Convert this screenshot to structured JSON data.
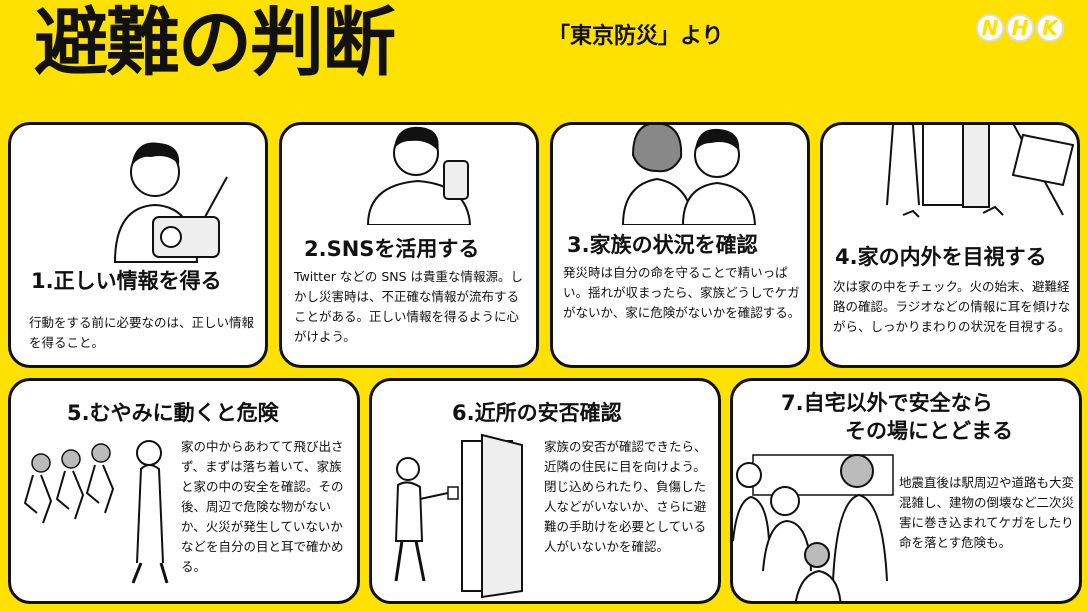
{
  "header": {
    "title": "避難の判断",
    "source": "「東京防災」より",
    "logo": [
      "N",
      "H",
      "K"
    ]
  },
  "cards": [
    {
      "heading": "1.正しい情報を得る",
      "body": "行動をする前に必要なのは、正しい情報を得ること。",
      "icon": "radio-person-illustration"
    },
    {
      "heading": "2.SNSを活用する",
      "body": "Twitter などの SNS は貴重な情報源。しかし災害時は、不正確な情報が流布することがある。正しい情報を得るように心がけよう。",
      "icon": "smartphone-person-illustration"
    },
    {
      "heading": "3.家族の状況を確認",
      "body": "発災時は自分の命を守ることで精いっぱい。揺れが収まったら、家族どうしでケガがないか、家に危険がないかを確認する。",
      "icon": "family-illustration"
    },
    {
      "heading": "4.家の内外を目視する",
      "body": "次は家の中をチェック。火の始末、避難経路の確認。ラジオなどの情報に耳を傾けながら、しっかりまわりの状況を目視する。",
      "icon": "damaged-house-illustration"
    },
    {
      "heading": "5.むやみに動くと危険",
      "body": "家の中からあわてて飛び出さず、まずは落ち着いて、家族と家の中の安全を確認。その後、周辺で危険な物がないか、火災が発生していないかなどを自分の目と耳で確かめる。",
      "icon": "running-crowd-illustration"
    },
    {
      "heading": "6.近所の安否確認",
      "body": "家族の安否が確認できたら、近隣の住民に目を向けよう。閉じ込められたり、負傷した人などがいないか、さらに避難の手助けを必要としている人がいないかを確認。",
      "icon": "neighbor-door-illustration"
    },
    {
      "heading_line1": "7.自宅以外で安全なら",
      "heading_line2": "その場にとどまる",
      "body": "地震直後は駅周辺や道路も大変混雑し、建物の倒壊など二次災害に巻き込まれてケガをしたり命を落とす危険も。",
      "icon": "office-people-illustration"
    }
  ]
}
